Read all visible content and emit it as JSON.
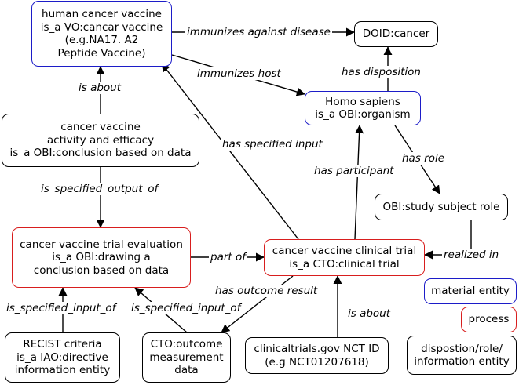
{
  "nodes": {
    "vaccine": {
      "lines": [
        "human cancer vaccine",
        "is_a VO:cancar vaccine",
        "(e.g.NA17. A2",
        "Peptide Vaccine)"
      ],
      "category": "material"
    },
    "doid": {
      "lines": [
        "DOID:cancer"
      ],
      "category": "info"
    },
    "homo": {
      "lines": [
        "Homo sapiens",
        "is_a OBI:organism"
      ],
      "category": "material"
    },
    "efficacy": {
      "lines": [
        "cancer vaccine",
        "activity and efficacy",
        "is_a OBI:conclusion based on data"
      ],
      "category": "info"
    },
    "subject_role": {
      "lines": [
        "OBI:study subject role"
      ],
      "category": "info"
    },
    "evaluation": {
      "lines": [
        "cancer vaccine trial evaluation",
        "is_a OBI:drawing a",
        "conclusion based on data"
      ],
      "category": "process"
    },
    "trial": {
      "lines": [
        "cancer vaccine clinical trial",
        "is_a CTO:clinical trial"
      ],
      "category": "process"
    },
    "recist": {
      "lines": [
        "RECIST criteria",
        "is_a IAO:directive",
        "information entity"
      ],
      "category": "info"
    },
    "outcome": {
      "lines": [
        "CTO:outcome",
        "measurement",
        "data"
      ],
      "category": "info"
    },
    "nct": {
      "lines": [
        "clinicaltrials.gov NCT ID",
        "(e.g NCT01207618)"
      ],
      "category": "info"
    }
  },
  "edge_labels": {
    "immunizes_against": "immunizes against disease",
    "immunizes_host": "immunizes host",
    "has_disposition": "has disposition",
    "is_about_top": "is about",
    "has_specified_input": "has specified input",
    "has_participant": "has participant",
    "has_role": "has role",
    "is_specified_output_of": "is_specified_output_of",
    "part_of": "part of",
    "realized_in": "realized in",
    "has_outcome_result": "has outcome result",
    "is_specified_input_of_left": "is_specified_input_of",
    "is_specified_input_of_right": "is_specified_input_of",
    "is_about_bottom": "is about"
  },
  "legend": {
    "material": "material entity",
    "process": "process",
    "info": [
      "dispostion/role/",
      "information entity"
    ]
  },
  "colors": {
    "material": "#1c1cc8",
    "process": "#d81e1e",
    "info": "#000000"
  }
}
